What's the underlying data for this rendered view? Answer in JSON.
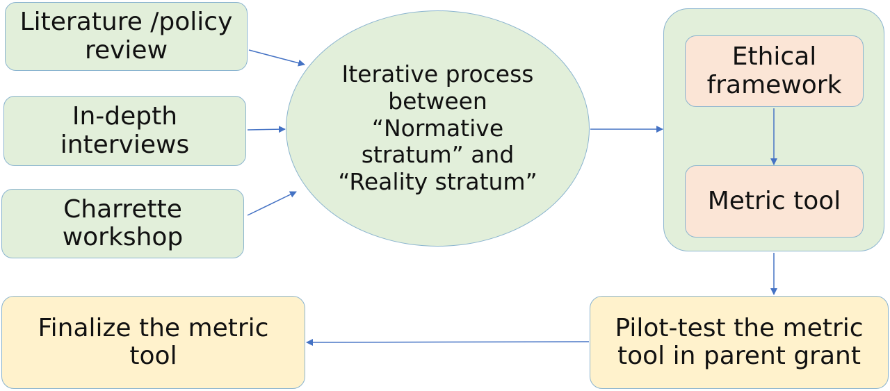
{
  "inputs": [
    {
      "label": "Literature /policy\nreview"
    },
    {
      "label": "In-depth\ninterviews"
    },
    {
      "label": "Charrette\nworkshop"
    }
  ],
  "process": {
    "label": "Iterative process\nbetween\n“Normative\nstratum” and\n“Reality stratum”"
  },
  "framework_group": {
    "ethical_framework": "Ethical\nframework",
    "metric_tool": "Metric tool"
  },
  "pilot_test": {
    "label": "Pilot-test the metric\ntool in parent grant"
  },
  "finalize": {
    "label": "Finalize the metric\ntool"
  },
  "colors": {
    "green_fill": "#e2efda",
    "peach_fill": "#fbe5d6",
    "yellow_fill": "#fff2cc",
    "border": "#8ab4cf",
    "arrow": "#4472c4"
  }
}
